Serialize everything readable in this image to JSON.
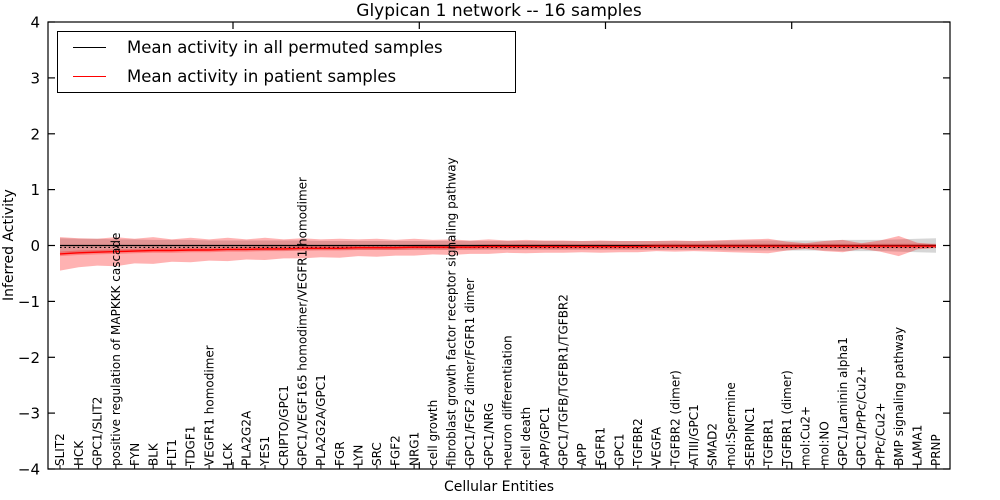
{
  "chart_data": {
    "type": "line",
    "title": "Glypican 1 network -- 16 samples",
    "xlabel": "Cellular Entities",
    "ylabel": "Inferred Activity",
    "ylim": [
      -4,
      4
    ],
    "grid": false,
    "legend_position": "upper-left",
    "yticks": [
      {
        "v": 4,
        "label": "4"
      },
      {
        "v": 3,
        "label": "3"
      },
      {
        "v": 2,
        "label": "2"
      },
      {
        "v": 1,
        "label": "1"
      },
      {
        "v": 0,
        "label": "0"
      },
      {
        "v": -1,
        "label": "−1"
      },
      {
        "v": -2,
        "label": "−2"
      },
      {
        "v": -3,
        "label": "−3"
      },
      {
        "v": -4,
        "label": "−4"
      }
    ],
    "xtick_major_positions": [
      9.28,
      19.28,
      29.27,
      39.26
    ],
    "legend": [
      {
        "label": "Mean activity in all permuted samples",
        "color": "#000000"
      },
      {
        "label": "Mean activity in patient samples",
        "color": "#ff0000"
      }
    ],
    "categories": [
      "SLIT2",
      "HCK",
      "GPC1/SLIT2",
      "positive regulation of MAPKKK cascade",
      "FYN",
      "BLK",
      "FLT1",
      "TDGF1",
      "VEGFR1 homodimer",
      "LCK",
      "PLA2G2A",
      "YES1",
      "CRIPTO/GPC1",
      "GPC1/VEGF165 homodimer/VEGFR1 homodimer",
      "PLA2G2A/GPC1",
      "FGR",
      "LYN",
      "SRC",
      "FGF2",
      "NRG1",
      "cell growth",
      "fibroblast growth factor receptor signaling pathway",
      "GPC1/FGF2 dimer/FGFR1 dimer",
      "GPC1/NRG",
      "neuron differentiation",
      "cell death",
      "APP/GPC1",
      "GPC1/TGFB/TGFBR1/TGFBR2",
      "APP",
      "FGFR1",
      "GPC1",
      "TGFBR2",
      "VEGFA",
      "TGFBR2 (dimer)",
      "ATIII/GPC1",
      "SMAD2",
      "mol:Spermine",
      "SERPINC1",
      "TGFBR1",
      "TGFBR1 (dimer)",
      "mol:Cu2+",
      "mol:NO",
      "GPC1/Laminin alpha1",
      "GPC1/PrPc/Cu2+",
      "PrPc/Cu2+",
      "BMP signaling pathway",
      "LAMA1",
      "PRNP"
    ],
    "series": [
      {
        "name": "Mean activity in all permuted samples",
        "values": [
          0,
          0,
          0,
          0,
          0,
          0,
          0,
          0,
          0,
          0,
          0,
          0,
          0,
          0,
          0,
          0,
          0,
          0,
          0,
          0,
          0,
          0,
          0,
          0,
          0,
          0,
          0,
          0,
          0,
          0,
          0,
          0,
          0,
          0,
          0,
          0,
          0,
          0,
          0,
          0,
          0,
          0,
          0,
          0,
          0,
          0,
          0,
          0
        ]
      },
      {
        "name": "Mean activity in patient samples",
        "values": [
          -0.15,
          -0.13,
          -0.12,
          -0.11,
          -0.1,
          -0.09,
          -0.09,
          -0.08,
          -0.08,
          -0.07,
          -0.07,
          -0.06,
          -0.06,
          -0.05,
          -0.05,
          -0.05,
          -0.04,
          -0.04,
          -0.04,
          -0.03,
          -0.03,
          -0.03,
          -0.03,
          -0.02,
          -0.02,
          -0.02,
          -0.02,
          -0.02,
          -0.02,
          -0.02,
          -0.02,
          -0.02,
          -0.01,
          -0.01,
          -0.01,
          -0.01,
          -0.01,
          -0.01,
          -0.01,
          -0.01,
          -0.01,
          -0.01,
          -0.01,
          -0.01,
          -0.01,
          -0.01,
          -0.01,
          -0.01
        ]
      }
    ],
    "bands": {
      "permuted_half_width": [
        0.13,
        0.12,
        0.12,
        0.11,
        0.11,
        0.1,
        0.1,
        0.1,
        0.09,
        0.09,
        0.09,
        0.09,
        0.09,
        0.09,
        0.08,
        0.08,
        0.08,
        0.08,
        0.08,
        0.08,
        0.08,
        0.08,
        0.08,
        0.08,
        0.08,
        0.08,
        0.08,
        0.08,
        0.08,
        0.08,
        0.08,
        0.08,
        0.08,
        0.08,
        0.08,
        0.08,
        0.09,
        0.09,
        0.09,
        0.09,
        0.09,
        0.09,
        0.1,
        0.1,
        0.1,
        0.11,
        0.12,
        0.13
      ],
      "patient_half_width": [
        0.3,
        0.26,
        0.24,
        0.26,
        0.22,
        0.24,
        0.2,
        0.22,
        0.19,
        0.21,
        0.18,
        0.2,
        0.17,
        0.18,
        0.16,
        0.17,
        0.15,
        0.16,
        0.14,
        0.15,
        0.13,
        0.14,
        0.12,
        0.13,
        0.11,
        0.12,
        0.11,
        0.11,
        0.1,
        0.11,
        0.1,
        0.1,
        0.09,
        0.1,
        0.09,
        0.1,
        0.11,
        0.12,
        0.13,
        0.08,
        0.05,
        0.09,
        0.11,
        0.05,
        0.1,
        0.18,
        0.06,
        0.03
      ],
      "patient_inner_half_width": 0.04
    },
    "colors": {
      "permuted_line": "#000000",
      "patient_line": "#ff0000",
      "permuted_band": "rgba(0,0,0,0.16)",
      "patient_band": "rgba(255,0,0,0.30)",
      "patient_band_inner": "rgba(255,0,0,0.28)",
      "axis": "#000000"
    }
  }
}
